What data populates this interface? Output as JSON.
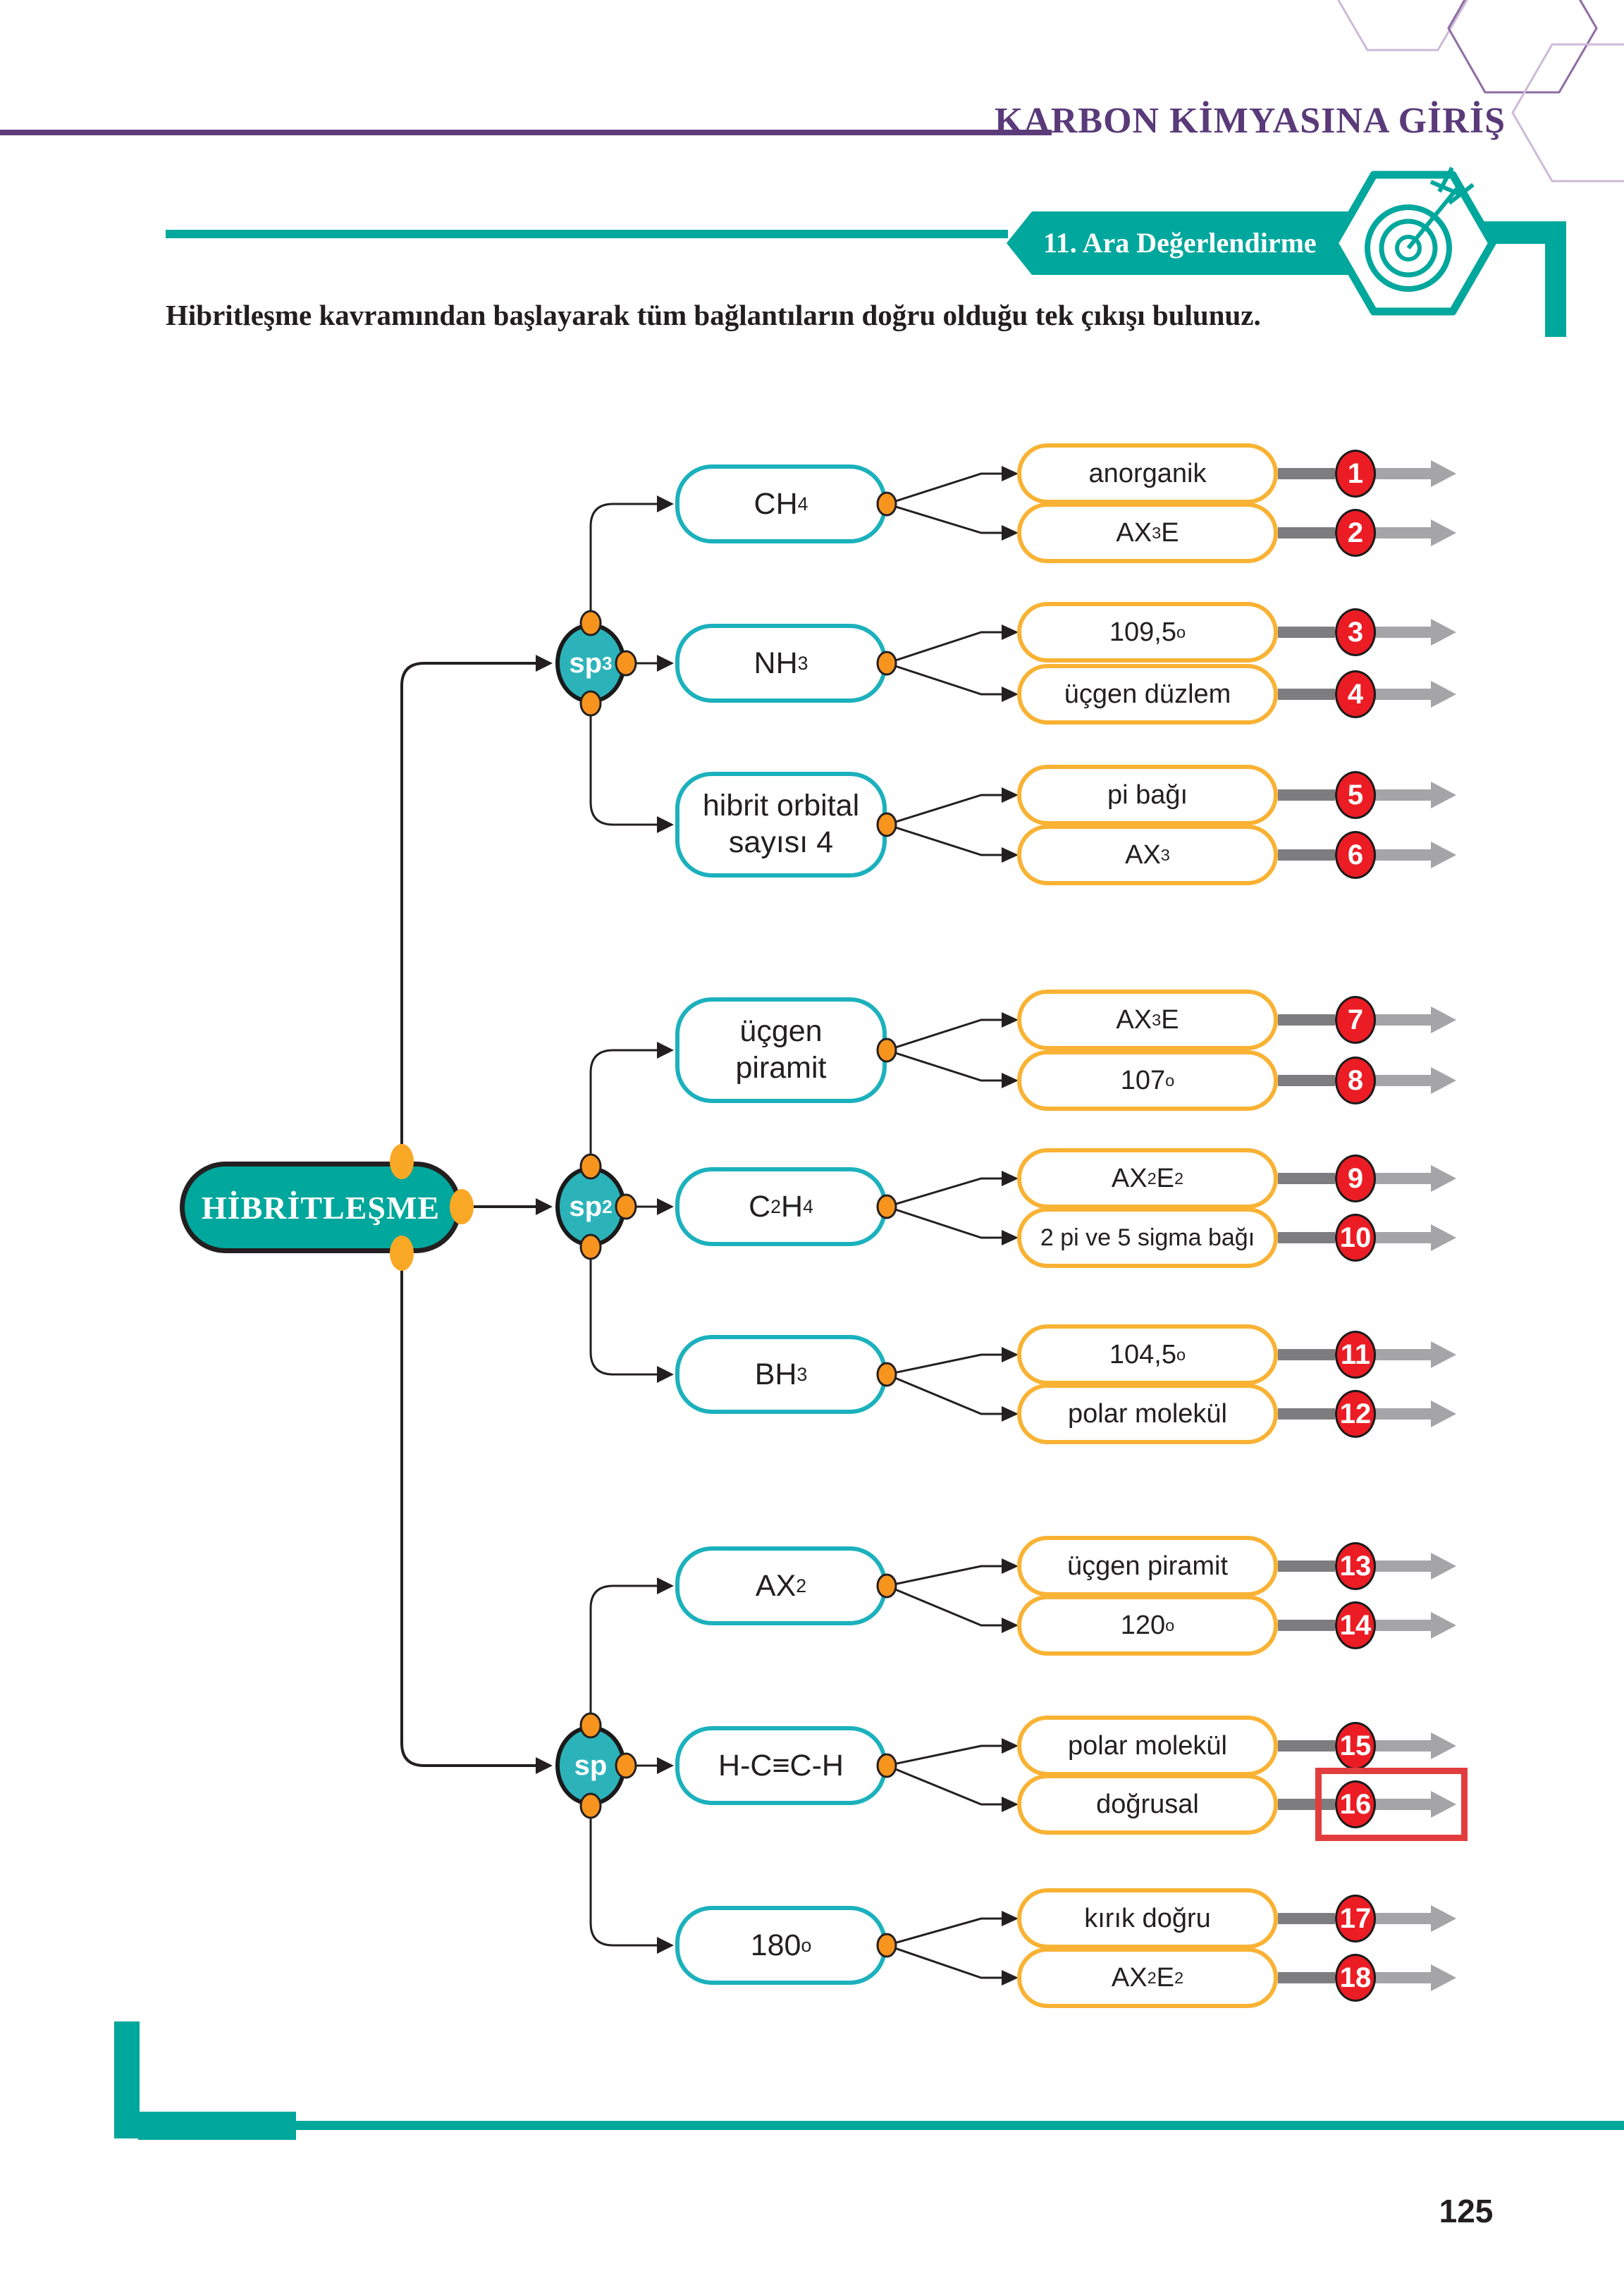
{
  "header": {
    "chapter_title": "KARBON KİMYASINA GİRİŞ",
    "banner": "11. Ara Değerlendirme",
    "instruction": "Hibritleşme kavramından başlayarak tüm bağlantıların doğru olduğu tek çıkışı bulunuz."
  },
  "footer": {
    "page_number": "125"
  },
  "colors": {
    "teal": "#00a79c",
    "node_border": "#1bb1bd",
    "sp_fill": "#2cb3ba",
    "answer_border": "#f9b233",
    "number_red": "#ec1c24",
    "connector_dot_orange": "#f7941e",
    "highlight_red": "#e23d3d",
    "header_purple": "#5a3a79",
    "gray_bar": "#7d7d7f",
    "gray_arrow": "#a5a5a7"
  },
  "diagram": {
    "root": {
      "label": "HİBRİTLEŞME"
    },
    "groups": [
      {
        "hybrid": {
          "label": "sp^3^"
        },
        "branches": [
          {
            "label": "CH~4~",
            "answers": [
              {
                "num": "1",
                "label": "anorganik"
              },
              {
                "num": "2",
                "label": "AX~3~E"
              }
            ]
          },
          {
            "label": "NH~3~",
            "answers": [
              {
                "num": "3",
                "label": "109,5^o^"
              },
              {
                "num": "4",
                "label": "üçgen düzlem"
              }
            ]
          },
          {
            "label": "hibrit orbital sayısı 4",
            "answers": [
              {
                "num": "5",
                "label": "pi bağı"
              },
              {
                "num": "6",
                "label": "AX~3~"
              }
            ]
          }
        ]
      },
      {
        "hybrid": {
          "label": "sp^2^"
        },
        "branches": [
          {
            "label": "üçgen piramit",
            "answers": [
              {
                "num": "7",
                "label": "AX~3~E"
              },
              {
                "num": "8",
                "label": "107^o^"
              }
            ]
          },
          {
            "label": "C~2~H~4~",
            "answers": [
              {
                "num": "9",
                "label": "AX~2~E~2~"
              },
              {
                "num": "10",
                "label": "2 pi ve 5 sigma bağı"
              }
            ]
          },
          {
            "label": "BH~3~",
            "answers": [
              {
                "num": "11",
                "label": "104,5^o^"
              },
              {
                "num": "12",
                "label": "polar molekül"
              }
            ]
          }
        ]
      },
      {
        "hybrid": {
          "label": "sp"
        },
        "branches": [
          {
            "label": "AX~2~",
            "answers": [
              {
                "num": "13",
                "label": "üçgen piramit"
              },
              {
                "num": "14",
                "label": "120^o^"
              }
            ]
          },
          {
            "label": "H-C≡C-H",
            "answers": [
              {
                "num": "15",
                "label": "polar molekül"
              },
              {
                "num": "16",
                "label": "doğrusal",
                "highlighted": true
              }
            ]
          },
          {
            "label": "180^o^",
            "answers": [
              {
                "num": "17",
                "label": "kırık doğru"
              },
              {
                "num": "18",
                "label": "AX~2~E~2~"
              }
            ]
          }
        ]
      }
    ]
  }
}
